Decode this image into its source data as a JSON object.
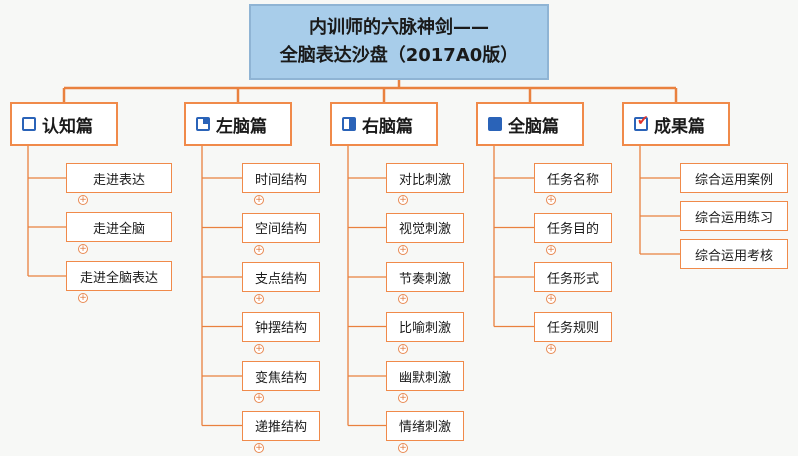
{
  "root": {
    "line1": "内训师的六脉神剑——",
    "line2": "全脑表达沙盘（2017A0版）"
  },
  "categories": [
    {
      "label": "认知篇",
      "icon": "empty-square-icon",
      "items": [
        "走进表达",
        "走进全脑",
        "走进全脑表达"
      ]
    },
    {
      "label": "左脑篇",
      "icon": "top-right-filled-square-icon",
      "items": [
        "时间结构",
        "空间结构",
        "支点结构",
        "钟摆结构",
        "变焦结构",
        "递推结构"
      ]
    },
    {
      "label": "右脑篇",
      "icon": "half-filled-square-icon",
      "items": [
        "对比刺激",
        "视觉刺激",
        "节奏刺激",
        "比喻刺激",
        "幽默刺激",
        "情绪刺激"
      ]
    },
    {
      "label": "全脑篇",
      "icon": "filled-square-icon",
      "items": [
        "任务名称",
        "任务目的",
        "任务形式",
        "任务规则"
      ]
    },
    {
      "label": "成果篇",
      "icon": "checked-box-icon",
      "items": [
        "综合运用案例",
        "综合运用练习",
        "综合运用考核"
      ]
    }
  ],
  "colors": {
    "connector": "#e9813f",
    "root_fill": "#a8cdea",
    "icon": "#2a63b8",
    "check": "#e0342b"
  }
}
